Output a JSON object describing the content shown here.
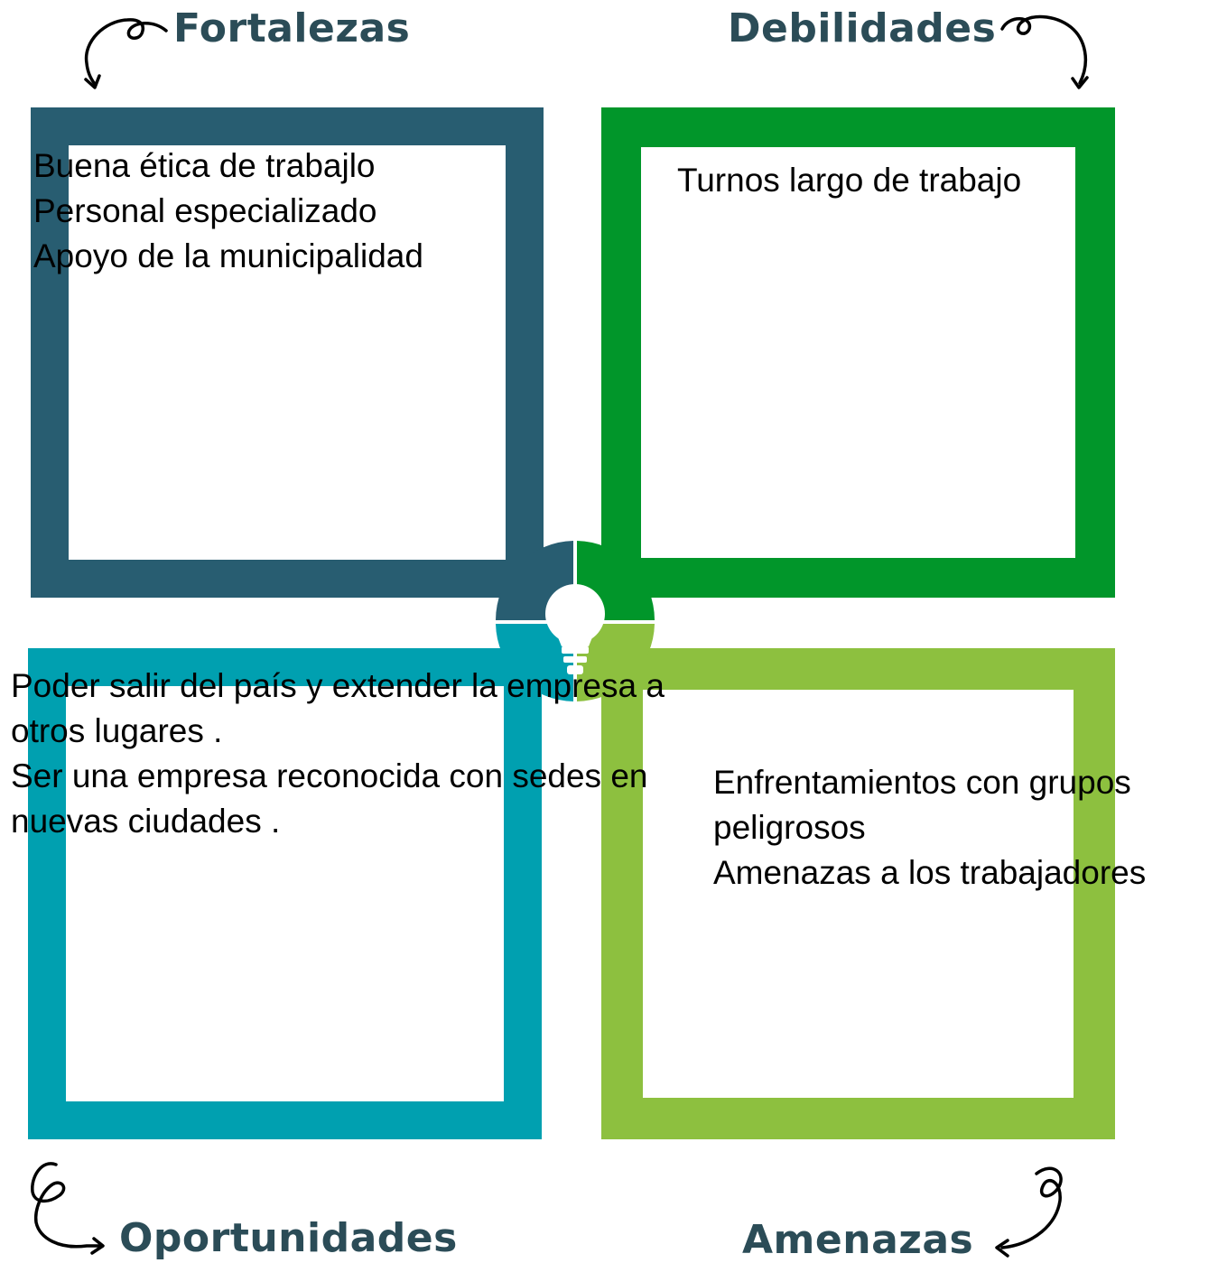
{
  "quadrants": {
    "strengths": {
      "title": "Fortalezas",
      "color": "#285d71",
      "lines": [
        "Buena ética de trabajlo",
        "Personal especializado",
        "Apoyo de la municipalidad"
      ]
    },
    "weaknesses": {
      "title": "Debilidades",
      "color": "#01962a",
      "lines": [
        "Turnos largo de trabajo"
      ]
    },
    "opportunities": {
      "title": "Oportunidades",
      "color": "#00a0b0",
      "lines": [
        "Poder salir del país y extender la empresa a",
        "otros lugares .",
        "Ser una empresa reconocida con sedes en",
        "nuevas ciudades ."
      ]
    },
    "threats": {
      "title": "Amenazas",
      "color": "#8dc03f",
      "lines": [
        "Enfrentamientos con grupos",
        "peligrosos",
        "Amenazas a los trabajadores"
      ]
    }
  },
  "heading_color": "#2b4c57",
  "center_icon": "lightbulb-icon",
  "decorations": [
    "curly-arrow-icon"
  ]
}
